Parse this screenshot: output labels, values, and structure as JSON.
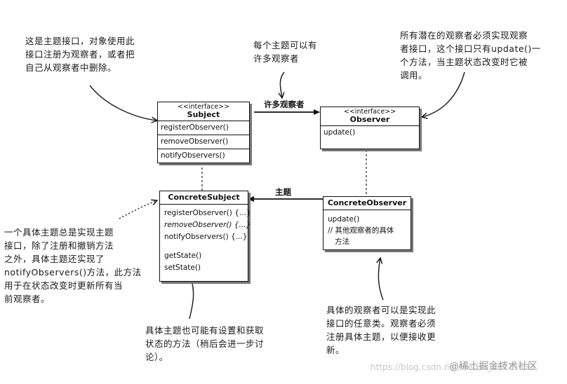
{
  "notes": {
    "subject_note": "这是主题接口，对象使用此\n接口注册为观察者，或者把\n自己从观察者中删除。",
    "many_observers_note": "每个主题可以有\n许多观察者",
    "observer_note": "所有潜在的观察者必须实现观察\n者接口，这个接口只有update()一\n个方法，当主题状态改变时它被\n调用。",
    "concrete_subject_note": "一个具体主题总是实现主题\n接口，除了注册和撤销方法\n之外，具体主题还实现了\nnotifyObservers()方法，此方法\n用于在状态改变时更新所有当\n前观察者。",
    "getset_note": "具体主题也可能有设置和获取\n状态的方法（稍后会进一步讨\n论）。",
    "concrete_observer_note": "具体的观察者可以是实现此\n接口的任意类。观察者必须\n注册具体主题，以便接收更\n新。"
  },
  "subject": {
    "stereotype": "<<interface>>",
    "name": "Subject",
    "methods": [
      "registerObserver()",
      "removeObserver()",
      "notifyObservers()"
    ]
  },
  "observer": {
    "stereotype": "<<interface>>",
    "name": "Observer",
    "methods": [
      "update()"
    ]
  },
  "concrete_subject": {
    "name": "ConcreteSubject",
    "methods": [
      "registerObserver() {...}",
      "removeObserver() {...}",
      "notifyObservers() {...}"
    ],
    "state_methods": [
      "getState()",
      "setState()"
    ]
  },
  "concrete_observer": {
    "name": "ConcreteObserver",
    "methods": [
      "update()"
    ],
    "comment": "// 其他观察者的具体\n   方法"
  },
  "labels": {
    "many_observers": "许多观察者",
    "subject_assoc": "主题"
  },
  "watermark": {
    "url": "https://blog.csdn.net/weixin_46711033",
    "site": "@稀土掘金技术社区"
  }
}
